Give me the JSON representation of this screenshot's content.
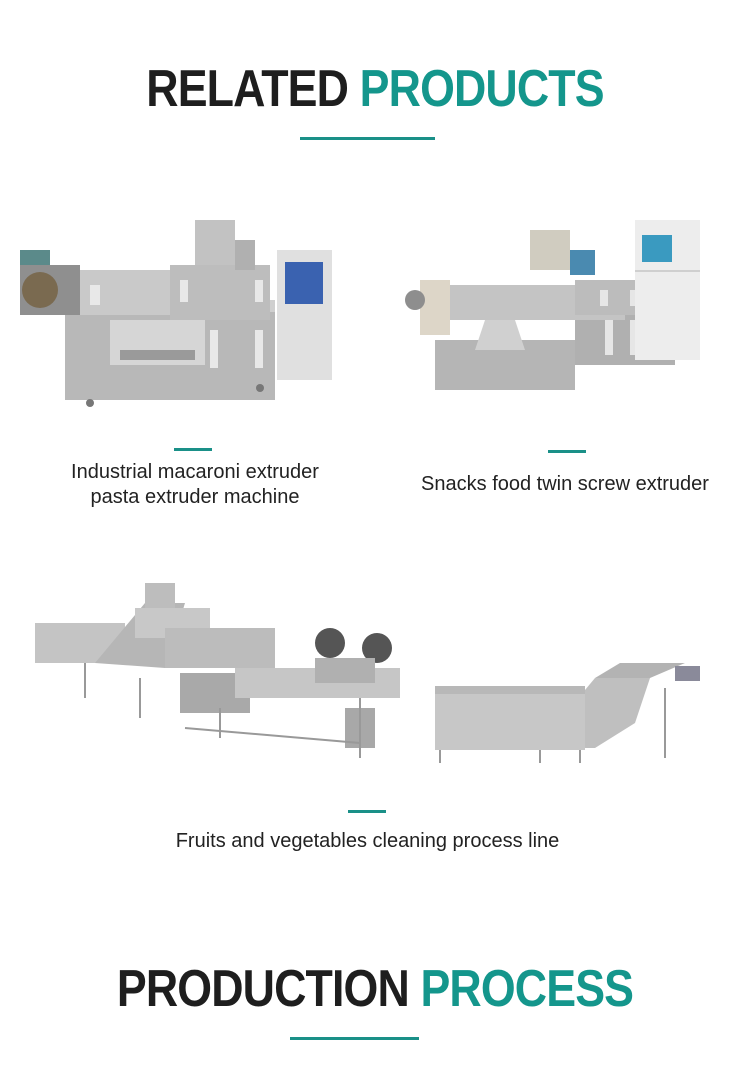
{
  "related_products": {
    "title_dark": "RELATED",
    "title_accent": "PRODUCTS",
    "accent_color": "#1a9088",
    "items": [
      {
        "image": "twin-screw-macaroni-extruder-machine-image",
        "caption_line1": "Industrial macaroni extruder",
        "caption_line2": "pasta extruder machine"
      },
      {
        "image": "snacks-twin-screw-extruder-image",
        "caption_line1": "Snacks food twin screw extruder"
      },
      {
        "image": "fruit-vegetable-cleaning-line-image",
        "caption_line1": "Fruits and vegetables cleaning process line"
      }
    ]
  },
  "production_process": {
    "title_dark": "PRODUCTION",
    "title_accent": "PROCESS"
  }
}
